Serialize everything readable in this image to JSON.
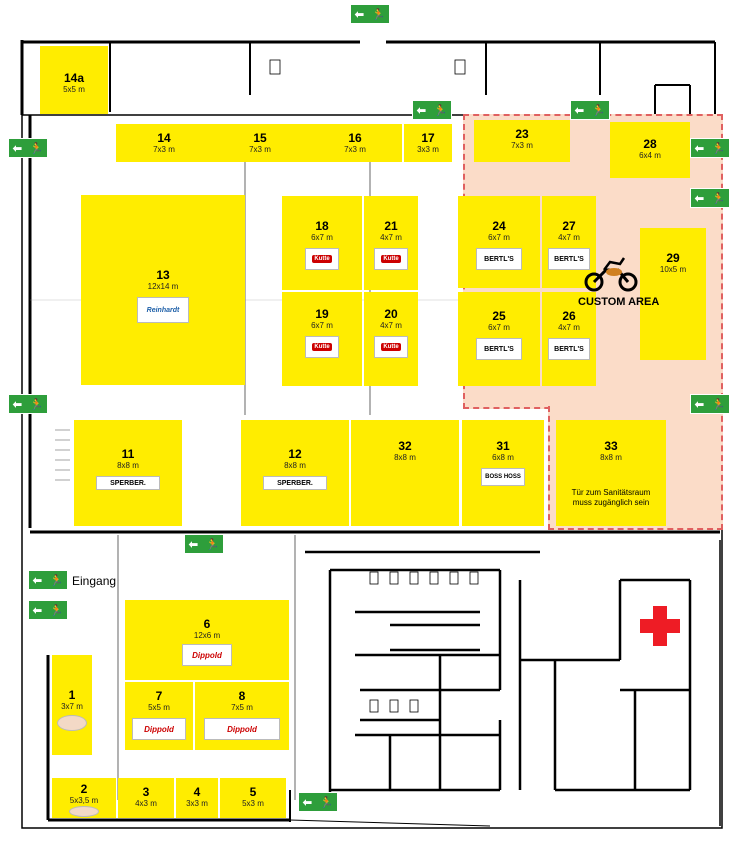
{
  "entrance_label": "Eingang",
  "custom_area_label": "CUSTOM AREA",
  "medic_note": "Tür zum Sanitätsraum muss zugänglich sein",
  "colors": {
    "stall": "#ffed00",
    "custom_zone": "#fbdcc8",
    "exit_sign": "#2e9e3b",
    "red_cross": "#ee1c25"
  },
  "stalls": [
    {
      "id": "s14a",
      "number": "14a",
      "size": "5x5 m"
    },
    {
      "id": "s14",
      "number": "14",
      "size": "7x3 m"
    },
    {
      "id": "s15",
      "number": "15",
      "size": "7x3 m"
    },
    {
      "id": "s16",
      "number": "16",
      "size": "7x3 m"
    },
    {
      "id": "s17",
      "number": "17",
      "size": "3x3 m"
    },
    {
      "id": "s23",
      "number": "23",
      "size": "7x3 m"
    },
    {
      "id": "s28",
      "number": "28",
      "size": "6x4 m"
    },
    {
      "id": "s13",
      "number": "13",
      "size": "12x14 m",
      "logo": "Reinhardt"
    },
    {
      "id": "s18",
      "number": "18",
      "size": "6x7 m",
      "logo": "Kutte"
    },
    {
      "id": "s21",
      "number": "21",
      "size": "4x7 m",
      "logo": "Kutte"
    },
    {
      "id": "s19",
      "number": "19",
      "size": "6x7 m",
      "logo": "Kutte"
    },
    {
      "id": "s20",
      "number": "20",
      "size": "4x7 m",
      "logo": "Kutte"
    },
    {
      "id": "s24",
      "number": "24",
      "size": "6x7 m",
      "logo": "BERTL'S"
    },
    {
      "id": "s27",
      "number": "27",
      "size": "4x7 m",
      "logo": "BERTL'S"
    },
    {
      "id": "s25",
      "number": "25",
      "size": "6x7 m",
      "logo": "BERTL'S"
    },
    {
      "id": "s26",
      "number": "26",
      "size": "4x7 m",
      "logo": "BERTL'S"
    },
    {
      "id": "s29",
      "number": "29",
      "size": "10x5 m"
    },
    {
      "id": "s11",
      "number": "11",
      "size": "8x8 m",
      "logo": "SPERBER."
    },
    {
      "id": "s12",
      "number": "12",
      "size": "8x8 m",
      "logo": "SPERBER."
    },
    {
      "id": "s32",
      "number": "32",
      "size": "8x8 m"
    },
    {
      "id": "s31",
      "number": "31",
      "size": "6x8 m",
      "logo": "BOSS HOSS"
    },
    {
      "id": "s33",
      "number": "33",
      "size": "8x8 m"
    },
    {
      "id": "s6",
      "number": "6",
      "size": "12x6 m",
      "logo": "Dippold"
    },
    {
      "id": "s7",
      "number": "7",
      "size": "5x5 m",
      "logo": "Dippold"
    },
    {
      "id": "s8",
      "number": "8",
      "size": "7x5 m",
      "logo": "Dippold"
    },
    {
      "id": "s1",
      "number": "1",
      "size": "3x7 m"
    },
    {
      "id": "s2",
      "number": "2",
      "size": "5x3,5 m"
    },
    {
      "id": "s3",
      "number": "3",
      "size": "4x3 m"
    },
    {
      "id": "s4",
      "number": "4",
      "size": "3x3 m"
    },
    {
      "id": "s5",
      "number": "5",
      "size": "5x3 m"
    }
  ]
}
